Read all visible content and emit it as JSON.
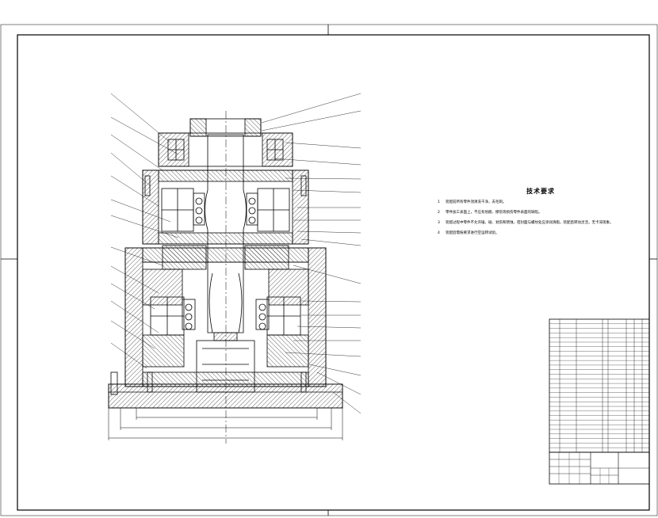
{
  "drawing": {
    "type": "mechanical assembly drawing"
  },
  "technical_requirements": {
    "title": "技术要求",
    "items": [
      {
        "num": "1",
        "text": "装配前所有零件须清洗干净，去毛刺。"
      },
      {
        "num": "2",
        "text": "零件加工表面上，不应有划痕、擦伤等损伤零件表面的缺陷。"
      },
      {
        "num": "3",
        "text": "装配过程中零件不允许磕、碰、划伤和锈蚀，密封面与螺纹处应涂润滑脂，装配后转动灵活，无卡滞现象。"
      },
      {
        "num": "4",
        "text": "装配后需按要求进行空运转试验。"
      }
    ]
  }
}
